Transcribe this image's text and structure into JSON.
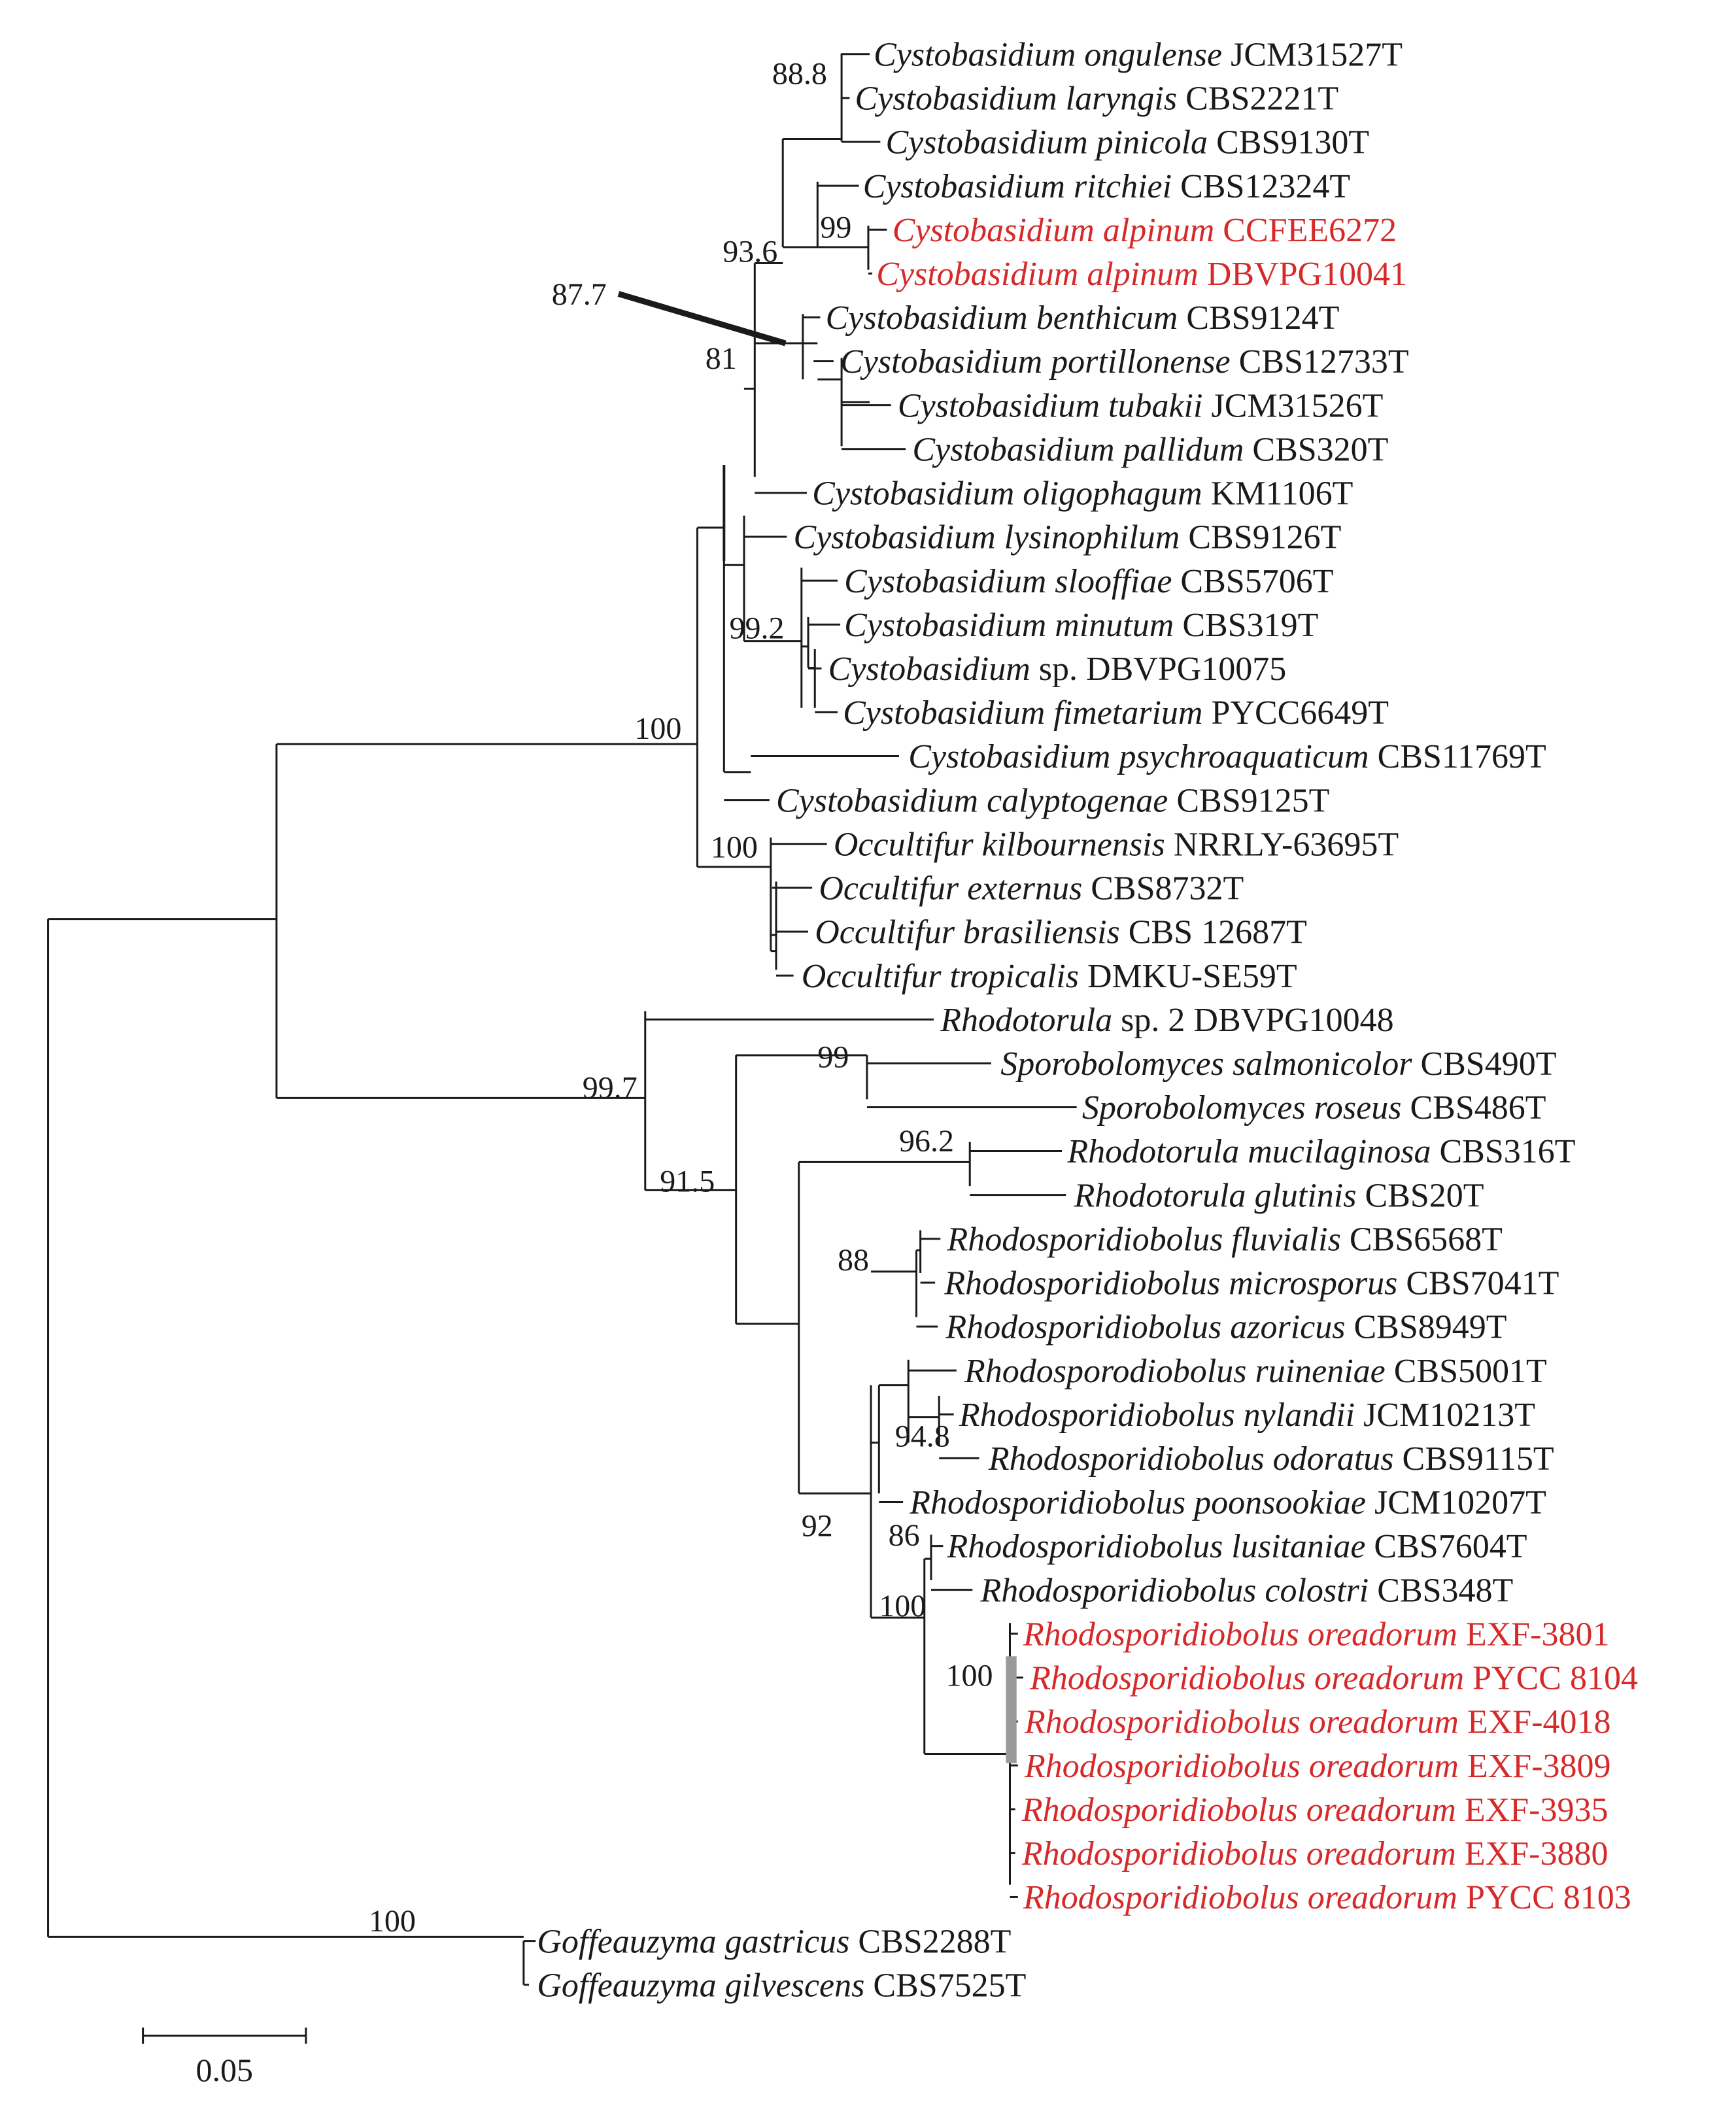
{
  "colors": {
    "default": "#1a1a1a",
    "highlight": "#d62a2a",
    "support_bar": "#9a9a9a"
  },
  "taxa": [
    {
      "name": "Cystobasidium ongulense",
      "strain": "JCM31527T",
      "highlight": false
    },
    {
      "name": "Cystobasidium laryngis",
      "strain": "CBS2221T",
      "highlight": false
    },
    {
      "name": "Cystobasidium pinicola",
      "strain": "CBS9130T",
      "highlight": false
    },
    {
      "name": "Cystobasidium ritchiei",
      "strain": "CBS12324T",
      "highlight": false
    },
    {
      "name": "Cystobasidium alpinum",
      "strain": "CCFEE6272",
      "highlight": true
    },
    {
      "name": "Cystobasidium alpinum",
      "strain": "DBVPG10041",
      "highlight": true
    },
    {
      "name": "Cystobasidium benthicum",
      "strain": "CBS9124T",
      "highlight": false
    },
    {
      "name": "Cystobasidium portillonense",
      "strain": "CBS12733T",
      "highlight": false
    },
    {
      "name": "Cystobasidium tubakii",
      "strain": "JCM31526T",
      "highlight": false
    },
    {
      "name": "Cystobasidium pallidum",
      "strain": "CBS320T",
      "highlight": false
    },
    {
      "name": "Cystobasidium oligophagum",
      "strain": "KM1106T",
      "highlight": false
    },
    {
      "name": "Cystobasidium lysinophilum",
      "strain": "CBS9126T",
      "highlight": false
    },
    {
      "name": "Cystobasidium slooffiae",
      "strain": "CBS5706T",
      "highlight": false
    },
    {
      "name": "Cystobasidium minutum",
      "strain": "CBS319T",
      "highlight": false
    },
    {
      "name": "Cystobasidium",
      "strain": "sp. DBVPG10075",
      "highlight": false
    },
    {
      "name": "Cystobasidium fimetarium",
      "strain": "PYCC6649T",
      "highlight": false
    },
    {
      "name": "Cystobasidium psychroaquaticum",
      "strain": "CBS11769T",
      "highlight": false
    },
    {
      "name": "Cystobasidium calyptogenae",
      "strain": "CBS9125T",
      "highlight": false
    },
    {
      "name": "Occultifur kilbournensis",
      "strain": "NRRLY-63695T",
      "highlight": false
    },
    {
      "name": "Occultifur externus",
      "strain": "CBS8732T",
      "highlight": false
    },
    {
      "name": "Occultifur brasiliensis",
      "strain": "CBS 12687T",
      "highlight": false
    },
    {
      "name": "Occultifur tropicalis",
      "strain": "DMKU-SE59T",
      "highlight": false
    },
    {
      "name": "Rhodotorula",
      "strain": "sp. 2 DBVPG10048",
      "highlight": false
    },
    {
      "name": "Sporobolomyces salmonicolor",
      "strain": "CBS490T",
      "highlight": false
    },
    {
      "name": "Sporobolomyces roseus",
      "strain": "CBS486T",
      "highlight": false
    },
    {
      "name": "Rhodotorula mucilaginosa",
      "strain": "CBS316T",
      "highlight": false
    },
    {
      "name": "Rhodotorula glutinis",
      "strain": "CBS20T",
      "highlight": false
    },
    {
      "name": "Rhodosporidiobolus fluvialis",
      "strain": "CBS6568T",
      "highlight": false
    },
    {
      "name": "Rhodosporidiobolus microsporus",
      "strain": "CBS7041T",
      "highlight": false
    },
    {
      "name": "Rhodosporidiobolus azoricus",
      "strain": "CBS8949T",
      "highlight": false
    },
    {
      "name": "Rhodosporodiobolus ruineniae",
      "strain": "CBS5001T",
      "highlight": false
    },
    {
      "name": "Rhodosporidiobolus nylandii",
      "strain": "JCM10213T",
      "highlight": false
    },
    {
      "name": "Rhodosporidiobolus odoratus",
      "strain": "CBS9115T",
      "highlight": false
    },
    {
      "name": "Rhodosporidiobolus poonsookiae",
      "strain": "JCM10207T",
      "highlight": false
    },
    {
      "name": "Rhodosporidiobolus lusitaniae",
      "strain": "CBS7604T",
      "highlight": false
    },
    {
      "name": "Rhodosporidiobolus colostri",
      "strain": "CBS348T",
      "highlight": false
    },
    {
      "name": "Rhodosporidiobolus oreadorum",
      "strain": "EXF-3801",
      "highlight": true
    },
    {
      "name": "Rhodosporidiobolus oreadorum",
      "strain": "PYCC 8104",
      "highlight": true
    },
    {
      "name": "Rhodosporidiobolus oreadorum",
      "strain": "EXF-4018",
      "highlight": true
    },
    {
      "name": "Rhodosporidiobolus oreadorum",
      "strain": "EXF-3809",
      "highlight": true
    },
    {
      "name": "Rhodosporidiobolus oreadorum",
      "strain": "EXF-3935",
      "highlight": true
    },
    {
      "name": "Rhodosporidiobolus oreadorum",
      "strain": "EXF-3880",
      "highlight": true
    },
    {
      "name": "Rhodosporidiobolus oreadorum",
      "strain": "PYCC 8103",
      "highlight": true
    },
    {
      "name": "Goffeauzyma gastricus",
      "strain": "CBS2288T",
      "highlight": false
    },
    {
      "name": "Goffeauzyma gilvescens",
      "strain": "CBS7525T",
      "highlight": false
    }
  ],
  "support_values": [
    "88.8",
    "99",
    "93.6",
    "87.7",
    "81",
    "99.2",
    "100",
    "100",
    "99",
    "100",
    "99.7",
    "91.5",
    "96.2",
    "88",
    "94.8",
    "92",
    "86",
    "100",
    "100"
  ],
  "scale_bar": {
    "label": "0.05",
    "length": 0.05
  }
}
